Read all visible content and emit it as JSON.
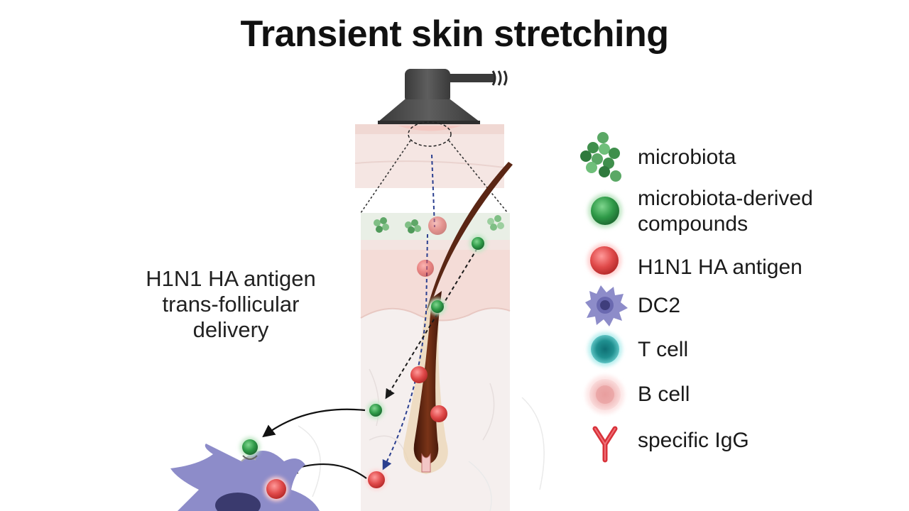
{
  "title": "Transient skin stretching",
  "delivery_label": {
    "line1": "H1N1 HA antigen",
    "line2": "trans-follicular",
    "line3": "delivery"
  },
  "legend": {
    "microbiota": "microbiota",
    "compounds_line1": "microbiota-derived",
    "compounds_line2": "compounds",
    "antigen": "H1N1 HA antigen",
    "dc2": "DC2",
    "t_cell": "T cell",
    "b_cell": "B cell",
    "igg": "specific IgG"
  },
  "colors": {
    "device": "#4a4a4a",
    "skin_pink": "#f2dad4",
    "skin_light": "#f7ecea",
    "hair": "#5a2614",
    "microbiota_green": "#3a8a4a",
    "compound_green": "#2f9a48",
    "antigen_red": "#e04a4a",
    "dc_purple": "#7d7cc4",
    "t_cell_teal": "#1e8c8c",
    "b_cell_pink": "#f0b7b7",
    "igg_red": "#d8323a",
    "arrow_blue": "#2b3f8f"
  }
}
